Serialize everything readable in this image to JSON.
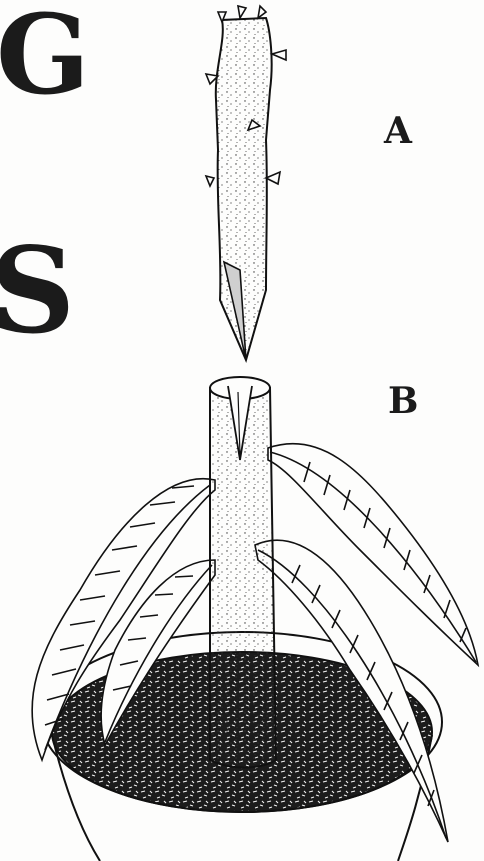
{
  "heading_letters": {
    "first": "G",
    "second": "S"
  },
  "part_labels": {
    "scion": "A",
    "rootstock": "B"
  }
}
